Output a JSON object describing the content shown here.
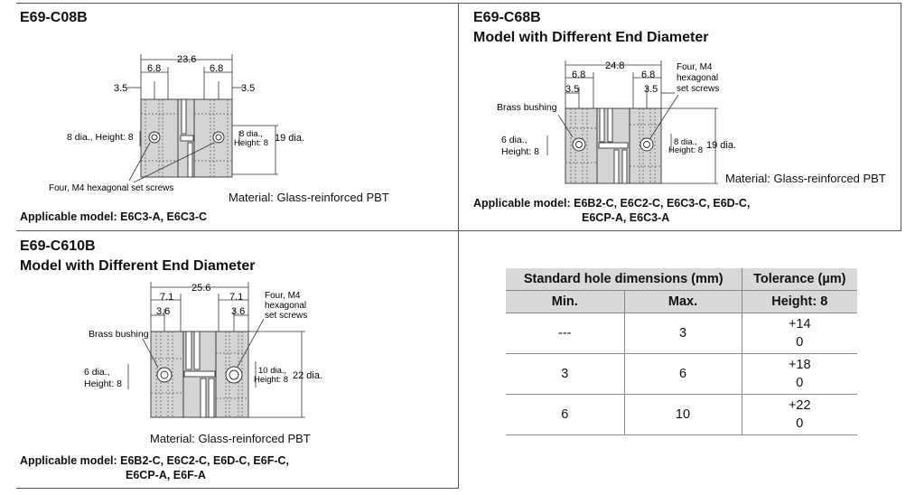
{
  "panel_c08b": {
    "title": "E69-C08B",
    "dim_total": "23.6",
    "dim_left": "6.8",
    "dim_right": "6.8",
    "dim_left_small": "3.5",
    "dim_right_small": "3.5",
    "hole_left": "8 dia., Height: 8",
    "hole_right_1": "8 dia.,",
    "hole_right_2": "Height: 8",
    "outer": "19 dia.",
    "screws": "Four, M4 hexagonal set screws",
    "material": "Material: Glass-reinforced PBT",
    "app_label": "Applicable model:",
    "app_values": "E6C3-A, E6C3-C"
  },
  "panel_c68b": {
    "title": "E69-C68B",
    "subtitle": "Model with Different End Diameter",
    "dim_total": "24.8",
    "dim_left": "6.8",
    "dim_right": "6.8",
    "dim_left_small": "3.5",
    "dim_right_small": "3.5",
    "screws_1": "Four, M4",
    "screws_2": "hexagonal",
    "screws_3": "set screws",
    "bushing": "Brass bushing",
    "hole_left_1": "6 dia.,",
    "hole_left_2": "Height: 8",
    "hole_right_1": "8 dia.,",
    "hole_right_2": "Height: 8",
    "outer": "19 dia.",
    "material": "Material: Glass-reinforced PBT",
    "app_label": "Applicable model:",
    "app_values_1": "E6B2-C, E6C2-C, E6C3-C, E6D-C,",
    "app_values_2": "E6CP-A, E6C3-A"
  },
  "panel_c610b": {
    "title": "E69-C610B",
    "subtitle": "Model with Different End Diameter",
    "dim_total": "25.6",
    "dim_left": "7.1",
    "dim_right": "7.1",
    "dim_left_small": "3.6",
    "dim_right_small": "3.6",
    "screws_1": "Four, M4",
    "screws_2": "hexagonal",
    "screws_3": "set screws",
    "bushing": "Brass bushing",
    "hole_left_1": "6 dia.,",
    "hole_left_2": "Height: 8",
    "hole_right_1": "10 dia.,",
    "hole_right_2": "Height: 8",
    "outer": "22 dia.",
    "material": "Material: Glass-reinforced PBT",
    "app_label": "Applicable model:",
    "app_values_1": "E6B2-C, E6C2-C, E6D-C, E6F-C,",
    "app_values_2": "E6CP-A, E6F-A"
  },
  "table": {
    "h_std": "Standard hole dimensions (mm)",
    "h_tol": "Tolerance (µm)",
    "h_min": "Min.",
    "h_max": "Max.",
    "h_height": "Height: 8",
    "rows": [
      {
        "min": "---",
        "max": "3",
        "tol_upper": "+14",
        "tol_lower": "0"
      },
      {
        "min": "3",
        "max": "6",
        "tol_upper": "+18",
        "tol_lower": "0"
      },
      {
        "min": "6",
        "max": "10",
        "tol_upper": "+22",
        "tol_lower": "0"
      }
    ]
  }
}
